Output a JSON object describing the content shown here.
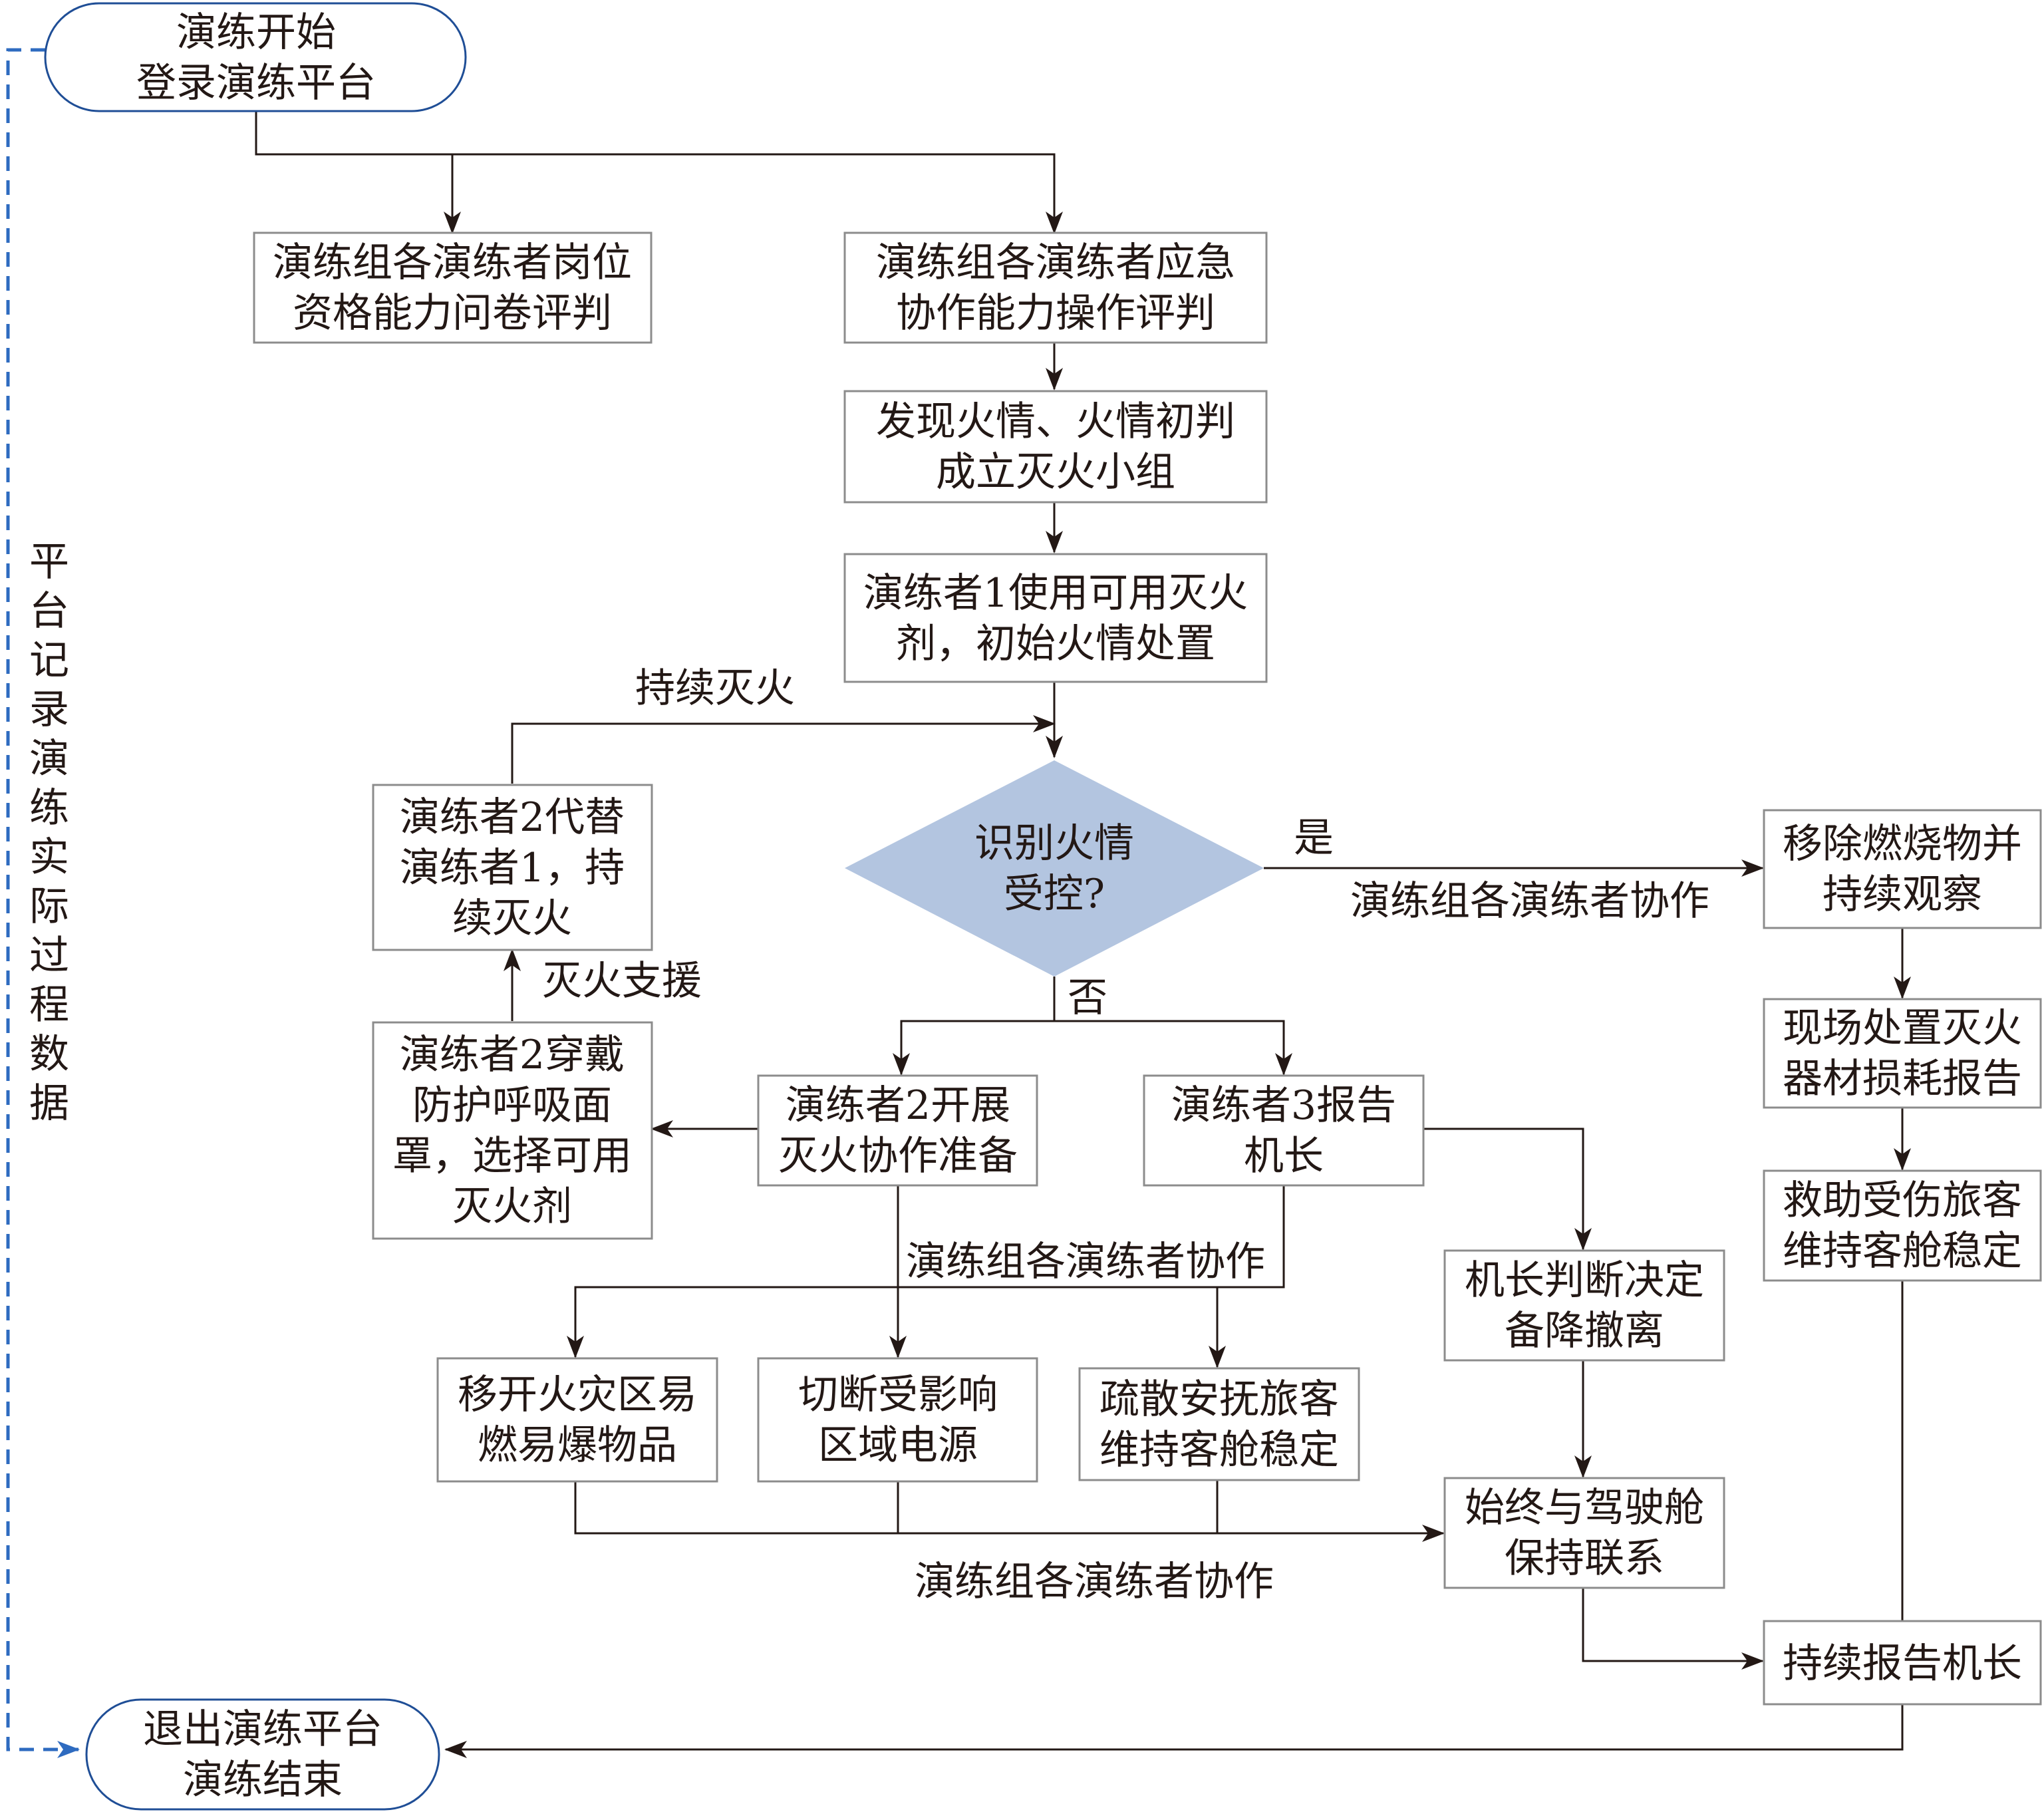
{
  "colors": {
    "terminal_stroke": "#1f4e96",
    "decision_fill": "#b3c5e0",
    "side_dash": "#2e6bc0",
    "box_stroke": "#8c8c8c",
    "text": "#231815"
  },
  "nodes": {
    "start": [
      "演练开始",
      "登录演练平台"
    ],
    "quiz": [
      "演练组各演练者岗位",
      "资格能力问卷评判"
    ],
    "ops": [
      "演练组各演练者应急",
      "协作能力操作评判"
    ],
    "discover": [
      "发现火情、火情初判",
      "成立灭火小组"
    ],
    "p1": [
      "演练者1使用可用灭火",
      "剂，初始火情处置"
    ],
    "decision": [
      "识别火情",
      "受控?"
    ],
    "remove": [
      "移除燃烧物并",
      "持续观察"
    ],
    "report_loss": [
      "现场处置灭火",
      "器材损耗报告"
    ],
    "rescue": [
      "救助受伤旅客",
      "维持客舱稳定"
    ],
    "p2_replace": [
      "演练者2代替",
      "演练者1，持",
      "续灭火"
    ],
    "p2_wear": [
      "演练者2穿戴",
      "防护呼吸面",
      "罩，选择可用",
      "灭火剂"
    ],
    "p2_prep": [
      "演练者2开展",
      "灭火协作准备"
    ],
    "p3_report": [
      "演练者3报告",
      "机长"
    ],
    "captain": [
      "机长判断决定",
      "备降撤离"
    ],
    "move": [
      "移开火灾区易",
      "燃易爆物品"
    ],
    "cut": [
      "切断受影响",
      "区域电源"
    ],
    "evac": [
      "疏散安抚旅客",
      "维持客舱稳定"
    ],
    "cockpit": [
      "始终与驾驶舱",
      "保持联系"
    ],
    "keep_report": [
      "持续报告机长"
    ],
    "end": [
      "退出演练平台",
      "演练结束"
    ]
  },
  "labels": {
    "continue_fire": "持续灭火",
    "yes": "是",
    "yes_collab": "演练组各演练者协作",
    "no": "否",
    "support": "灭火支援",
    "mid_collab": "演练组各演练者协作",
    "bottom_collab": "演练组各演练者协作",
    "side": "平台记录演练实际过程数据"
  }
}
